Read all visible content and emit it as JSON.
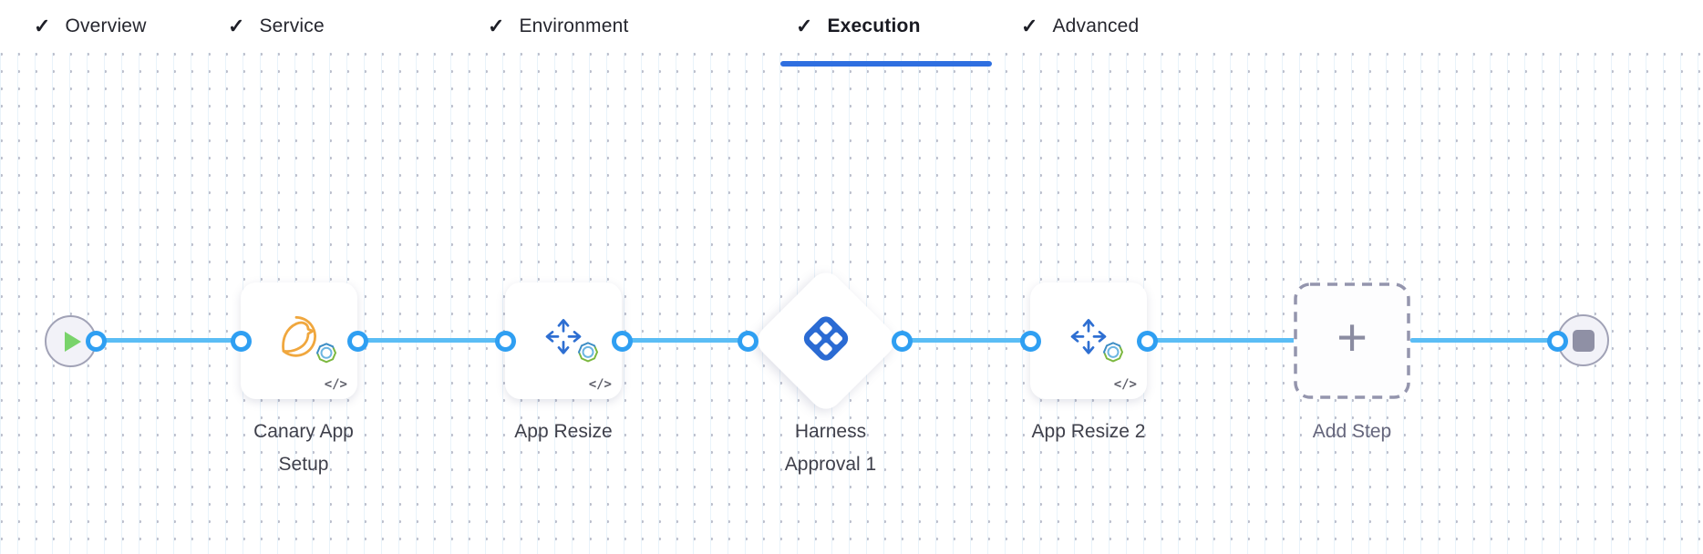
{
  "header": {
    "check_glyph": "✓",
    "tabs": [
      {
        "label": "Overview",
        "checked": true,
        "active": false
      },
      {
        "label": "Service",
        "checked": true,
        "active": false
      },
      {
        "label": "Environment",
        "checked": true,
        "active": false
      },
      {
        "label": "Execution",
        "checked": true,
        "active": true
      },
      {
        "label": "Advanced",
        "checked": true,
        "active": false
      }
    ]
  },
  "pipeline": {
    "code_badge": "</>",
    "steps": [
      {
        "label": "Canary App Setup",
        "icon": "canary-bird",
        "has_code_badge": true
      },
      {
        "label": "App Resize",
        "icon": "resize-arrows",
        "has_code_badge": true
      },
      {
        "label": "Harness Approval 1",
        "icon": "harness-approval",
        "has_code_badge": false
      },
      {
        "label": "App Resize 2",
        "icon": "resize-arrows",
        "has_code_badge": true
      }
    ],
    "add_step": {
      "label": "Add Step",
      "glyph": "+"
    },
    "start_node": {
      "icon": "play"
    },
    "end_node": {
      "icon": "stop"
    }
  },
  "colors": {
    "active_tab_underline": "#2f6fe0",
    "edge_blue": "#5bbdf5",
    "port_blue": "#2f9ff2",
    "harness_blue": "#2b6bd3",
    "arrow_blue": "#2e6fd2",
    "canary_orange": "#f0a73e",
    "play_green": "#79d36b",
    "terminal_gray": "#8f90a5"
  }
}
